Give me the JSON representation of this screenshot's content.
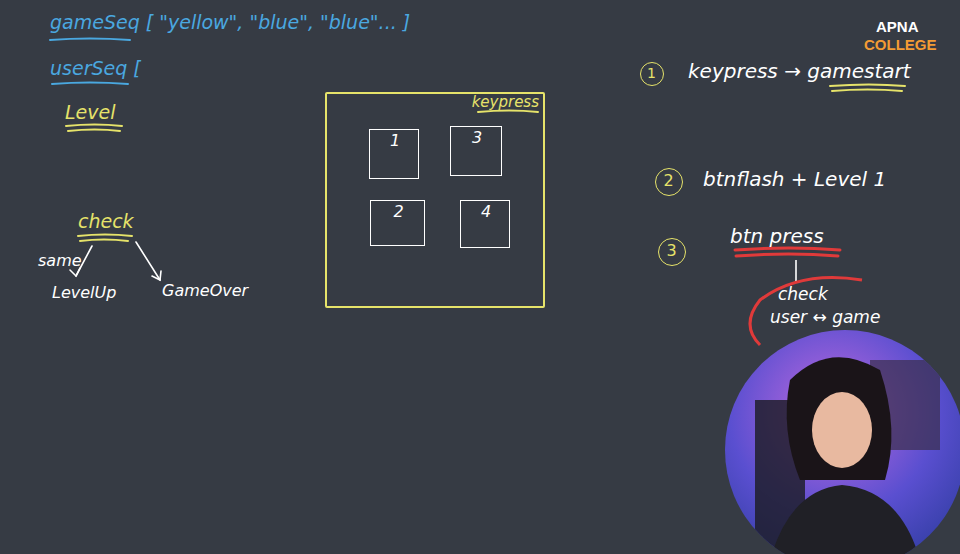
{
  "diagram": {
    "nodes": [
      {
        "text": [
          "keypress"
        ]
      },
      {
        "text": [
          "1"
        ],
        "in": 0
      },
      {
        "text": [
          "3"
        ],
        "in": 0
      },
      {
        "text": [
          "2"
        ],
        "in": 0
      },
      {
        "text": [
          "4"
        ],
        "in": 0
      },
      {
        "text": [
          "1"
        ]
      },
      {
        "text": [
          "2"
        ]
      },
      {
        "text": [
          "3"
        ]
      }
    ],
    "labels": [
      "gameSeq [ \"yellow\", \"blue\", \"blue\"... ]",
      "userSeq [",
      "Level",
      "check",
      "same",
      "LevelUp",
      "GameOver",
      "keypress → gamestart",
      "btnflash + Level 1",
      "btn press",
      "check",
      "user ↔ game",
      "APNA",
      "COLLEGE"
    ]
  }
}
